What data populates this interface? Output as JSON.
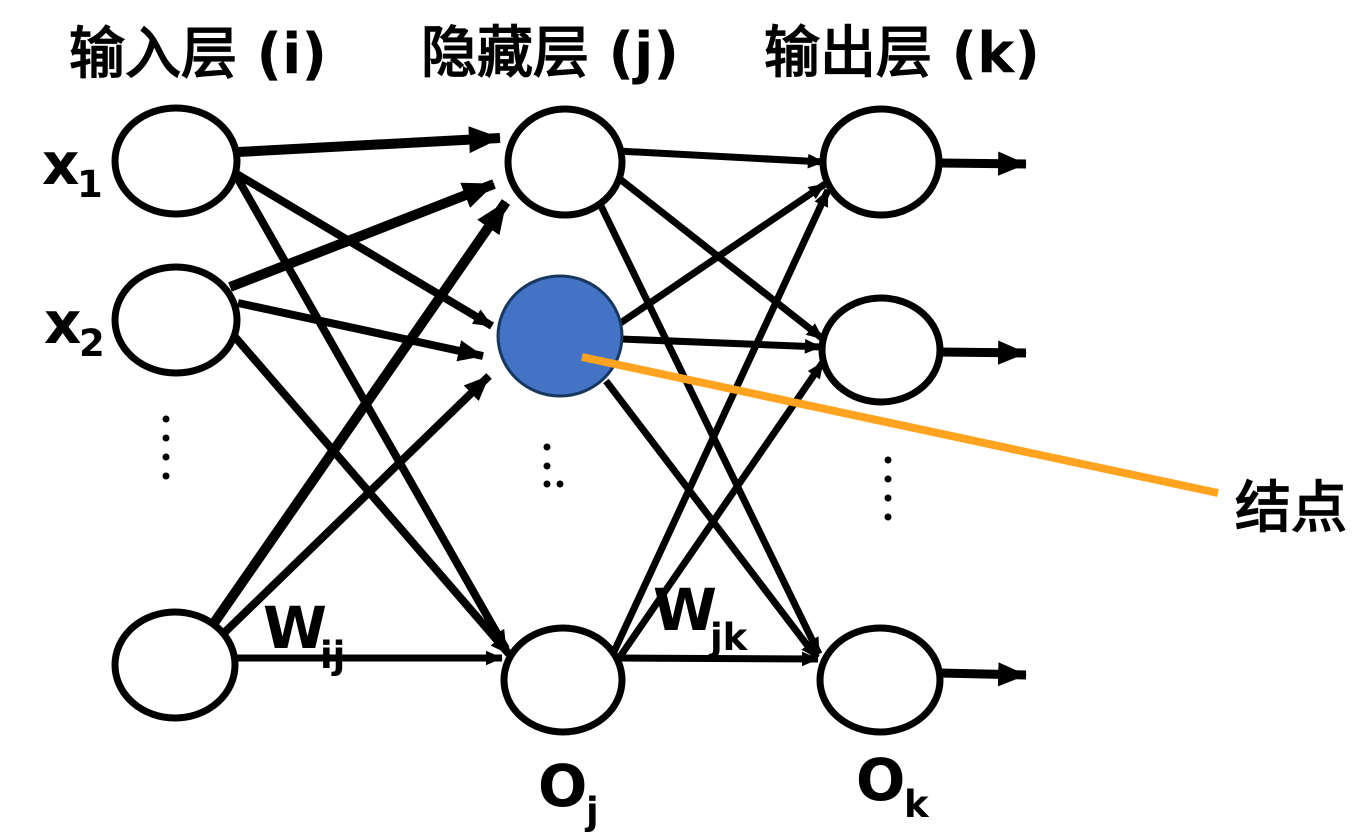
{
  "diagram": {
    "titles": {
      "input": "输入层 (i)",
      "hidden": "隐藏层 (j)",
      "output": "输出层 (k)"
    },
    "labels": {
      "x1": {
        "base": "x",
        "sub": "1"
      },
      "x2": {
        "base": "x",
        "sub": "2"
      },
      "w_ij": {
        "base": "W",
        "sub": "ij"
      },
      "w_jk": {
        "base": "W",
        "sub": "jk"
      },
      "o_j": {
        "base": "O",
        "sub": "j"
      },
      "o_k": {
        "base": "O",
        "sub": "k"
      }
    },
    "callout": {
      "label": "结点"
    },
    "icons": {
      "vertical_ellipsis": "⋮",
      "output_arrow": "→"
    },
    "colors": {
      "highlight_node_fill": "#4472C4",
      "highlight_node_stroke": "#17375E",
      "callout_line": "#FFA321",
      "edge": "#000000"
    }
  }
}
